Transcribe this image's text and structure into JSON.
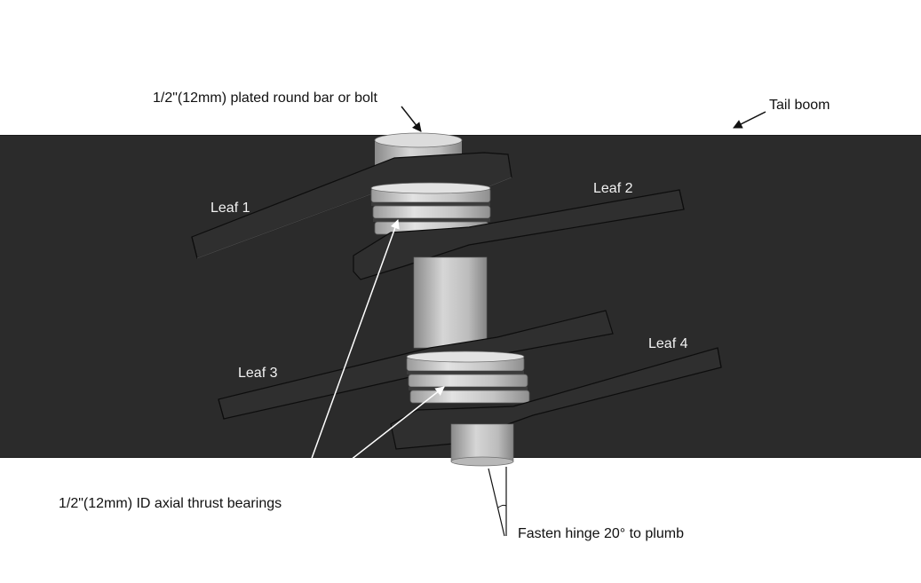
{
  "labels": {
    "bolt": "1/2\"(12mm) plated round bar or bolt",
    "tail_boom": "Tail boom",
    "leaf1": "Leaf 1",
    "leaf2": "Leaf 2",
    "leaf3": "Leaf 3",
    "leaf4": "Leaf 4",
    "bearings": "1/2\"(12mm) ID axial thrust bearings",
    "angle": "Fasten hinge 20° to plumb"
  },
  "colors": {
    "boom": "#2b2b2b",
    "leaf": "#2e2e2e",
    "leaf_edge": "#0e0e0e",
    "metal_light": "#d9d9d9",
    "metal_mid": "#b8b8b8",
    "metal_dark": "#8c8c8c",
    "dark_label": "#111111",
    "light_label": "#f2f2f2"
  }
}
